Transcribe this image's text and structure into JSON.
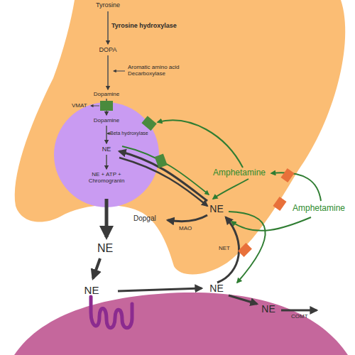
{
  "diagram": {
    "nodes": [
      {
        "text": [
          "Dopamine",
          "Beta hydroxylase",
          "NE",
          "NE + ATP + Chromogranin"
        ]
      }
    ],
    "labels": [
      "Tyrosine",
      "Tyrosine hydroxylase",
      "DOPA",
      "Aromatic amino acid Decarboxylase",
      "Dopamine",
      "VMAT",
      "NE",
      "NE",
      "NE",
      "NE",
      "COMT",
      "NE",
      "MAO",
      "Dopgal",
      "NET",
      "Amphetamine",
      "Amphetamine"
    ]
  }
}
